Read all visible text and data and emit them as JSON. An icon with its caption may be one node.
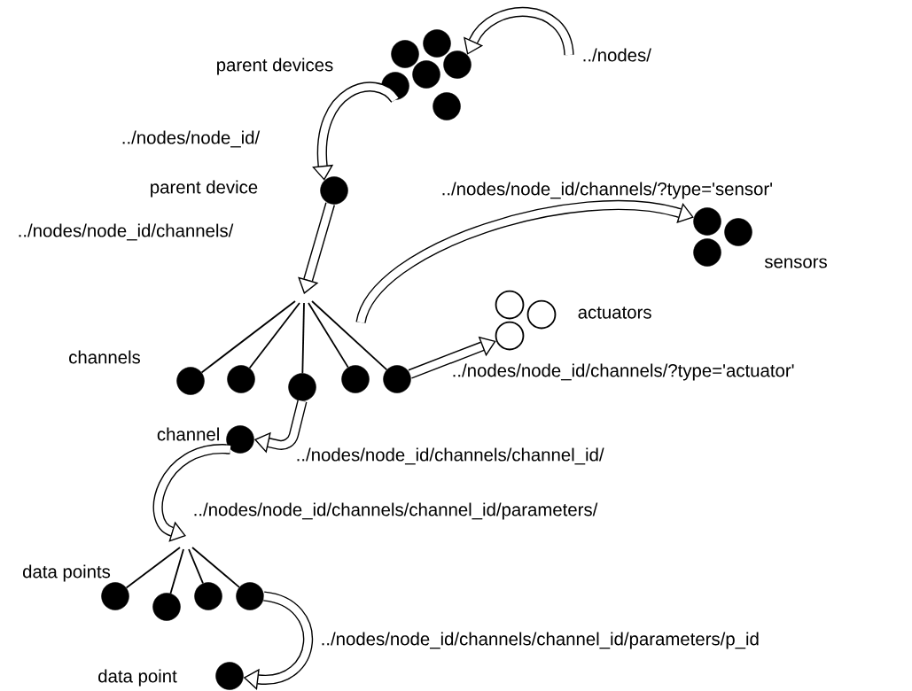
{
  "diagram": {
    "nodes": [
      {
        "text": [],
        "shape": "circle"
      },
      {
        "text": [],
        "shape": "circle",
        "beside": [
          "parent devices"
        ]
      },
      {
        "text": [],
        "shape": "circle"
      },
      {
        "text": [],
        "shape": "circle"
      },
      {
        "text": [],
        "shape": "circle"
      },
      {
        "text": [],
        "shape": "circle"
      },
      {
        "text": [],
        "shape": "circle",
        "beside": [
          "parent device"
        ]
      },
      {
        "text": [],
        "shape": "circle"
      },
      {
        "text": [],
        "shape": "circle",
        "beside": [
          "sensors"
        ]
      },
      {
        "text": [],
        "shape": "circle"
      },
      {
        "text": [],
        "shape": "ring"
      },
      {
        "text": [],
        "shape": "ring",
        "beside": [
          "actuators"
        ]
      },
      {
        "text": [],
        "shape": "ring"
      },
      {
        "text": [],
        "shape": "circle",
        "beside": [
          "channels"
        ]
      },
      {
        "text": [],
        "shape": "circle"
      },
      {
        "text": [],
        "shape": "circle"
      },
      {
        "text": [],
        "shape": "circle"
      },
      {
        "text": [],
        "shape": "circle"
      },
      {
        "text": [],
        "shape": "circle",
        "beside": [
          "channel"
        ]
      },
      {
        "text": [],
        "shape": "circle",
        "beside": [
          "data points"
        ]
      },
      {
        "text": [],
        "shape": "circle"
      },
      {
        "text": [],
        "shape": "circle"
      },
      {
        "text": [],
        "shape": "circle"
      },
      {
        "text": [],
        "shape": "circle",
        "beside": [
          "data point"
        ]
      }
    ],
    "edges": [
      {
        "from": null,
        "to": 2,
        "arrow": "to",
        "style": "thick",
        "label": "../nodes/"
      },
      {
        "from": 4,
        "to": 6,
        "arrow": "to",
        "style": "thick",
        "label": "../nodes/node_id/"
      },
      {
        "from": 6,
        "to": null,
        "arrow": "to",
        "style": "thick",
        "label": "../nodes/node_id/channels/"
      },
      {
        "from": null,
        "to": 13,
        "arrow": "none"
      },
      {
        "from": null,
        "to": 14,
        "arrow": "none"
      },
      {
        "from": null,
        "to": 15,
        "arrow": "none"
      },
      {
        "from": null,
        "to": 16,
        "arrow": "none"
      },
      {
        "from": null,
        "to": 17,
        "arrow": "none"
      },
      {
        "from": null,
        "to": 7,
        "arrow": "to",
        "style": "thick",
        "label": "../nodes/node_id/channels/?type='sensor'"
      },
      {
        "from": 17,
        "to": 12,
        "arrow": "to",
        "style": "thick",
        "label": "../nodes/node_id/channels/?type='actuator'"
      },
      {
        "from": 15,
        "to": 18,
        "arrow": "to",
        "style": "thick",
        "label": "../nodes/node_id/channels/channel_id/"
      },
      {
        "from": 18,
        "to": null,
        "arrow": "to",
        "style": "thick",
        "label": "../nodes/node_id/channels/channel_id/parameters/"
      },
      {
        "from": null,
        "to": 19,
        "arrow": "none"
      },
      {
        "from": null,
        "to": 20,
        "arrow": "none"
      },
      {
        "from": null,
        "to": 21,
        "arrow": "none"
      },
      {
        "from": null,
        "to": 22,
        "arrow": "none"
      },
      {
        "from": 22,
        "to": 23,
        "arrow": "to",
        "style": "thick",
        "label": "../nodes/node_id/channels/channel_id/parameters/p_id"
      }
    ]
  }
}
